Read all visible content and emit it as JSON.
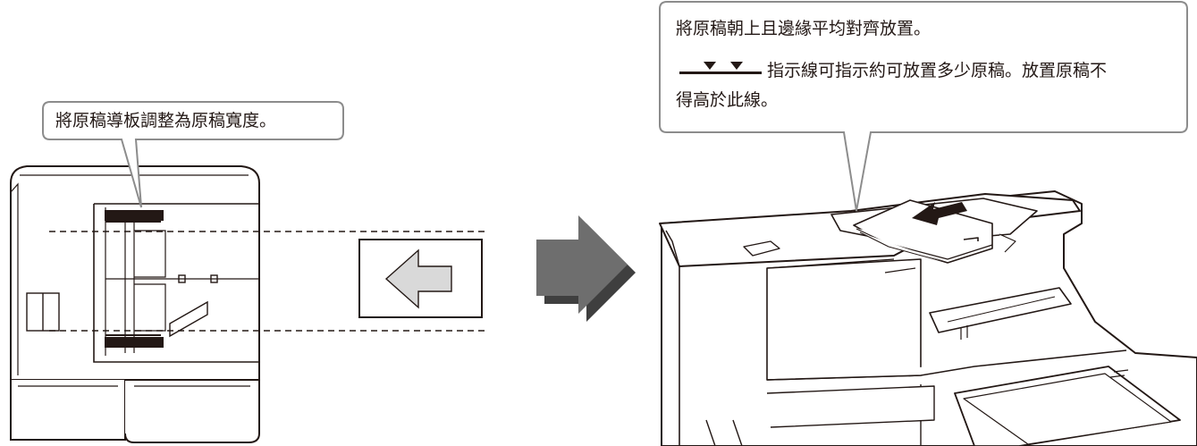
{
  "left_callout": {
    "text": "將原稿導板調整為原稿寬度。"
  },
  "right_callout": {
    "line1": "將原稿朝上且邊緣平均對齊放置。",
    "line2": "指示線可指示約可放置多少原稿。放置原稿不",
    "line3": "得高於此線。"
  },
  "icons": [
    "left-arrow-icon",
    "right-arrow-icon",
    "indicator-line-icon"
  ],
  "colors": {
    "stroke": "#231815",
    "bubble_stroke": "#8c8c8c",
    "arrow_gray": "#6e6e6e",
    "arrow_shadow": "#3f3f3f",
    "inset_arrow": "#d9d9d9"
  }
}
